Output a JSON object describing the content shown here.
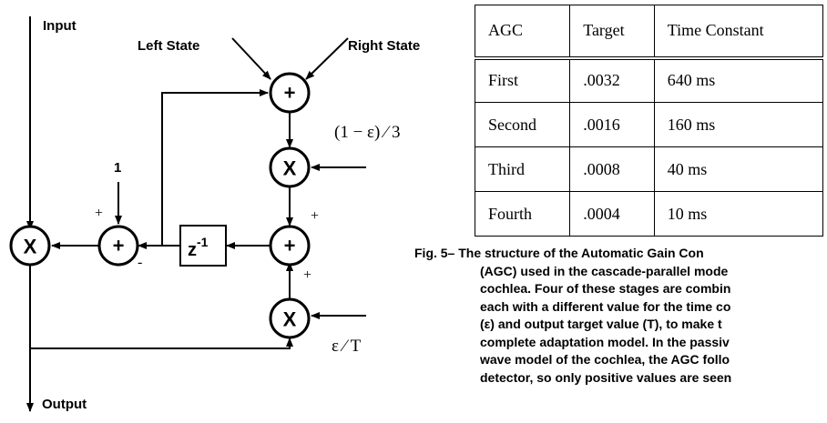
{
  "diagram": {
    "labels": {
      "input": "Input",
      "output": "Output",
      "left_state": "Left State",
      "right_state": "Right State",
      "one": "1",
      "one_minus_eps_over_3": "(1 − ε) ⁄ 3",
      "eps_over_T": "ε ⁄ T"
    },
    "nodes": {
      "plus_symbol": "+",
      "times_symbol": "X",
      "delay_base": "z",
      "delay_exp": "-1"
    },
    "signs": {
      "feedback_plus": "+",
      "feedback_minus": "-",
      "main_sum_top": "+",
      "main_sum_bottom": "+"
    }
  },
  "table": {
    "headers": [
      "AGC",
      "Target",
      "Time Constant"
    ],
    "rows": [
      [
        "First",
        ".0032",
        "640 ms"
      ],
      [
        "Second",
        ".0016",
        "160 ms"
      ],
      [
        "Third",
        ".0008",
        "40 ms"
      ],
      [
        "Fourth",
        ".0004",
        "10 ms"
      ]
    ]
  },
  "caption": {
    "lines": [
      "Fig. 5– The structure of the Automatic Gain Con",
      "(AGC) used in the cascade-parallel mode",
      "cochlea. Four of these stages are combin",
      "each with a different value for the time co",
      "(ε) and output target value (T), to make t",
      "complete adaptation model. In the passiv",
      "wave model of the cochlea, the AGC follo",
      "detector, so only positive values are seen"
    ]
  }
}
